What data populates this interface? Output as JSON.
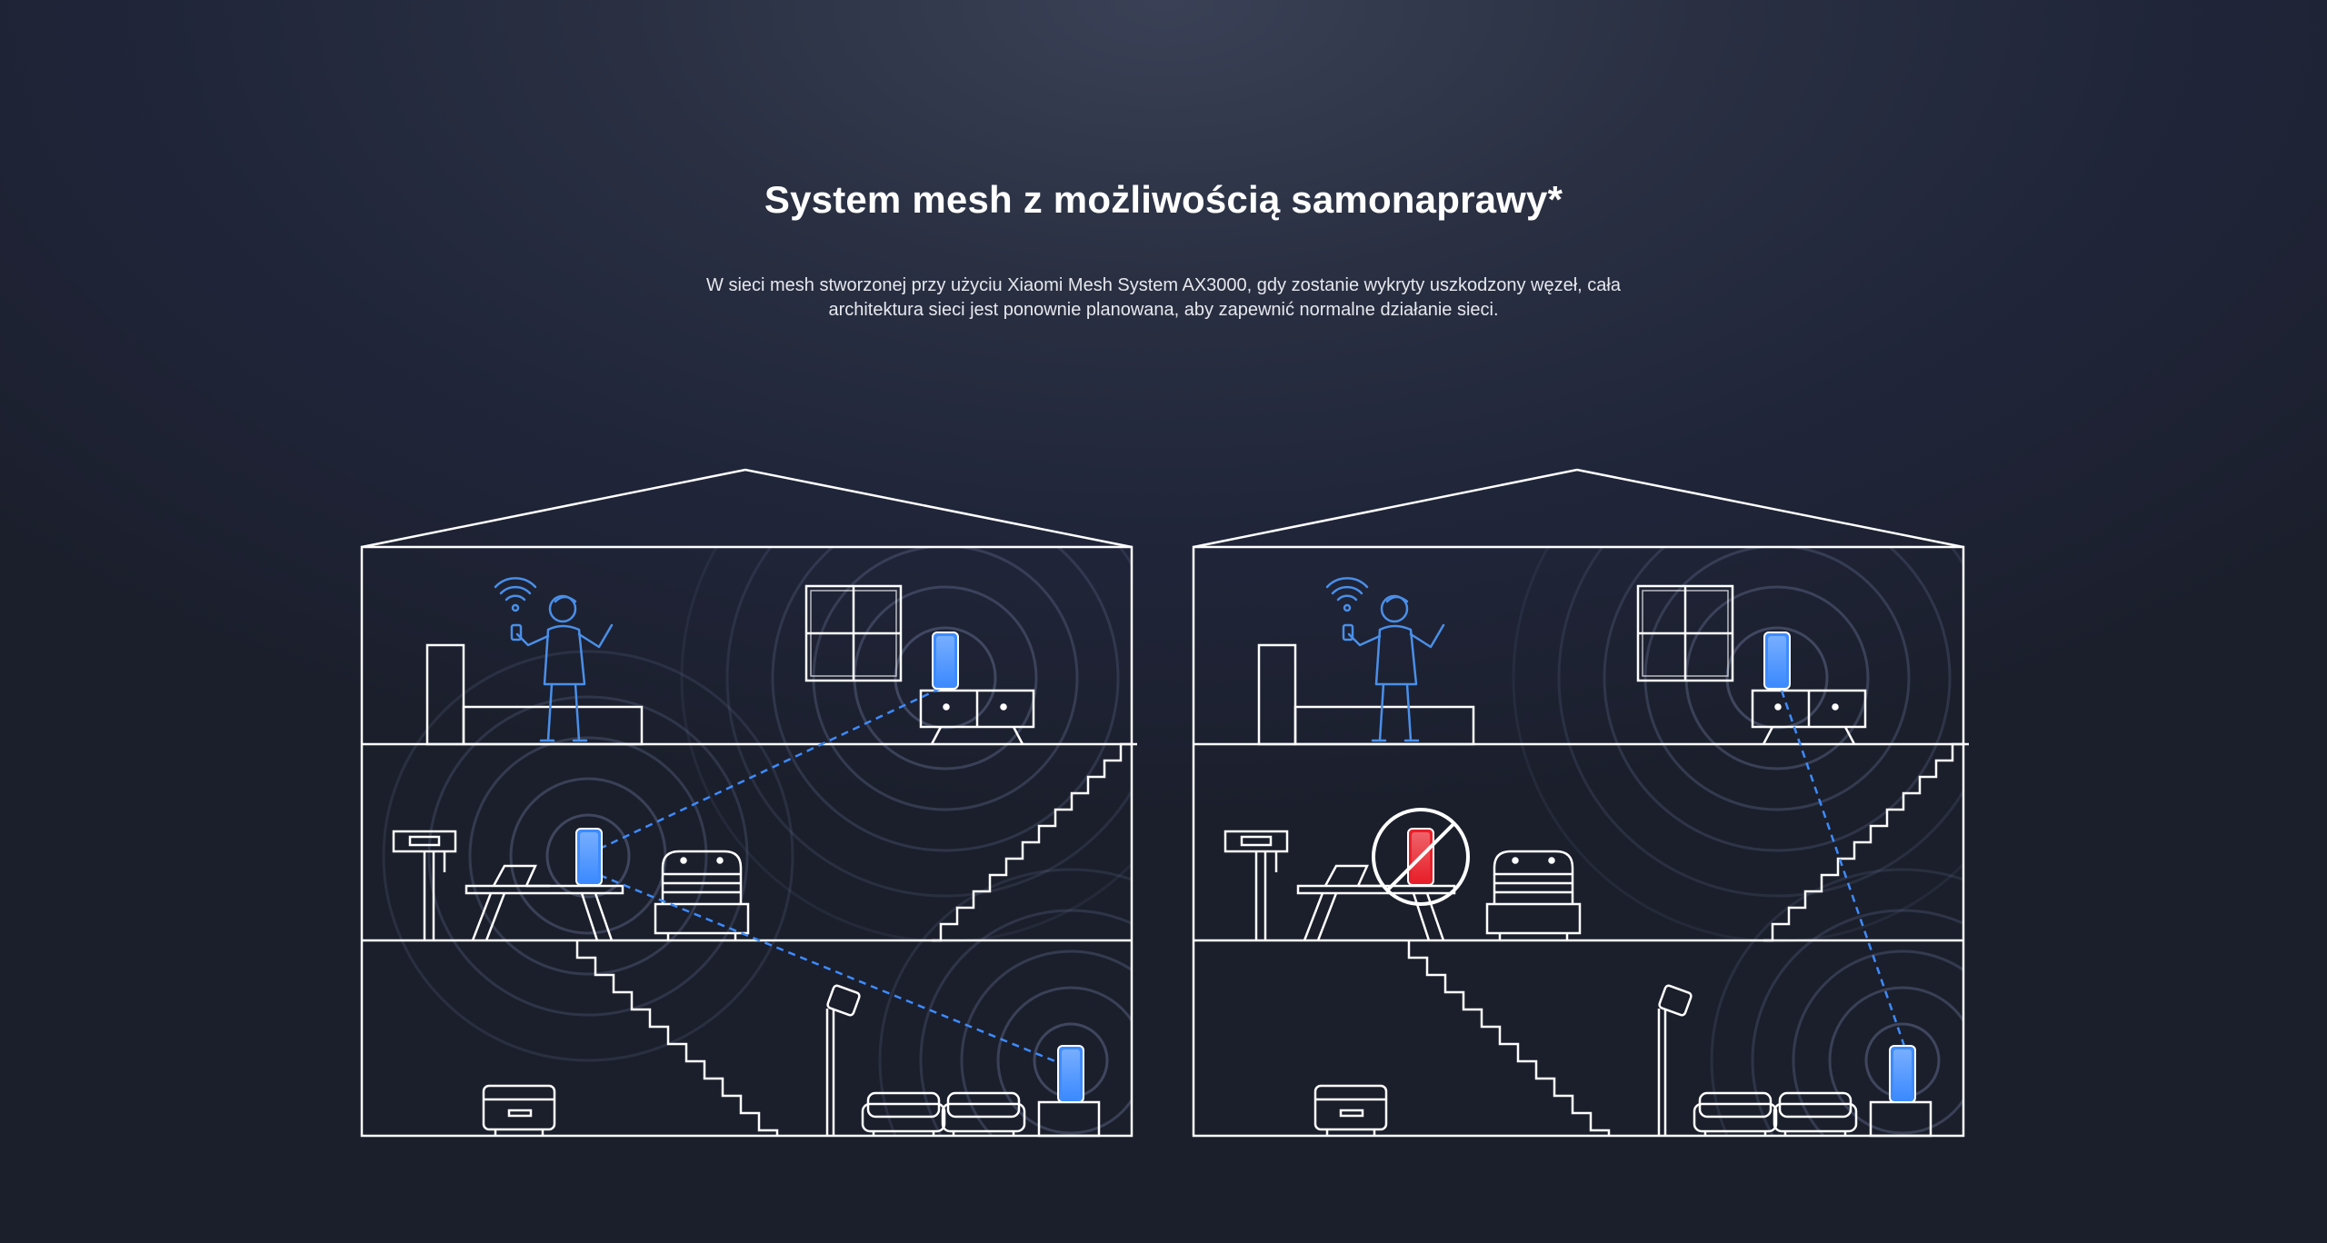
{
  "section": {
    "title": "System mesh z możliwością samonaprawy*",
    "description": "W sieci mesh stworzonej przy użyciu Xiaomi Mesh System AX3000, gdy zostanie wykryty uszkodzony węzeł, cała architektura sieci jest ponownie planowana, aby zapewnić normalne działanie sieci."
  },
  "illustrations": [
    {
      "name": "mesh-normal",
      "nodes": [
        "router",
        "node-floor-2",
        "node-floor-1"
      ],
      "failed_node": null
    },
    {
      "name": "mesh-self-healing",
      "nodes": [
        "router",
        "node-floor-1"
      ],
      "failed_node": "node-floor-2"
    }
  ],
  "colors": {
    "background": "#1d2230",
    "line": "#ffffff",
    "accent_blue": "#3d8bff",
    "person_blue": "#4a8fe8",
    "failed_red": "#e8202a",
    "ring": "#7f8aa8"
  }
}
